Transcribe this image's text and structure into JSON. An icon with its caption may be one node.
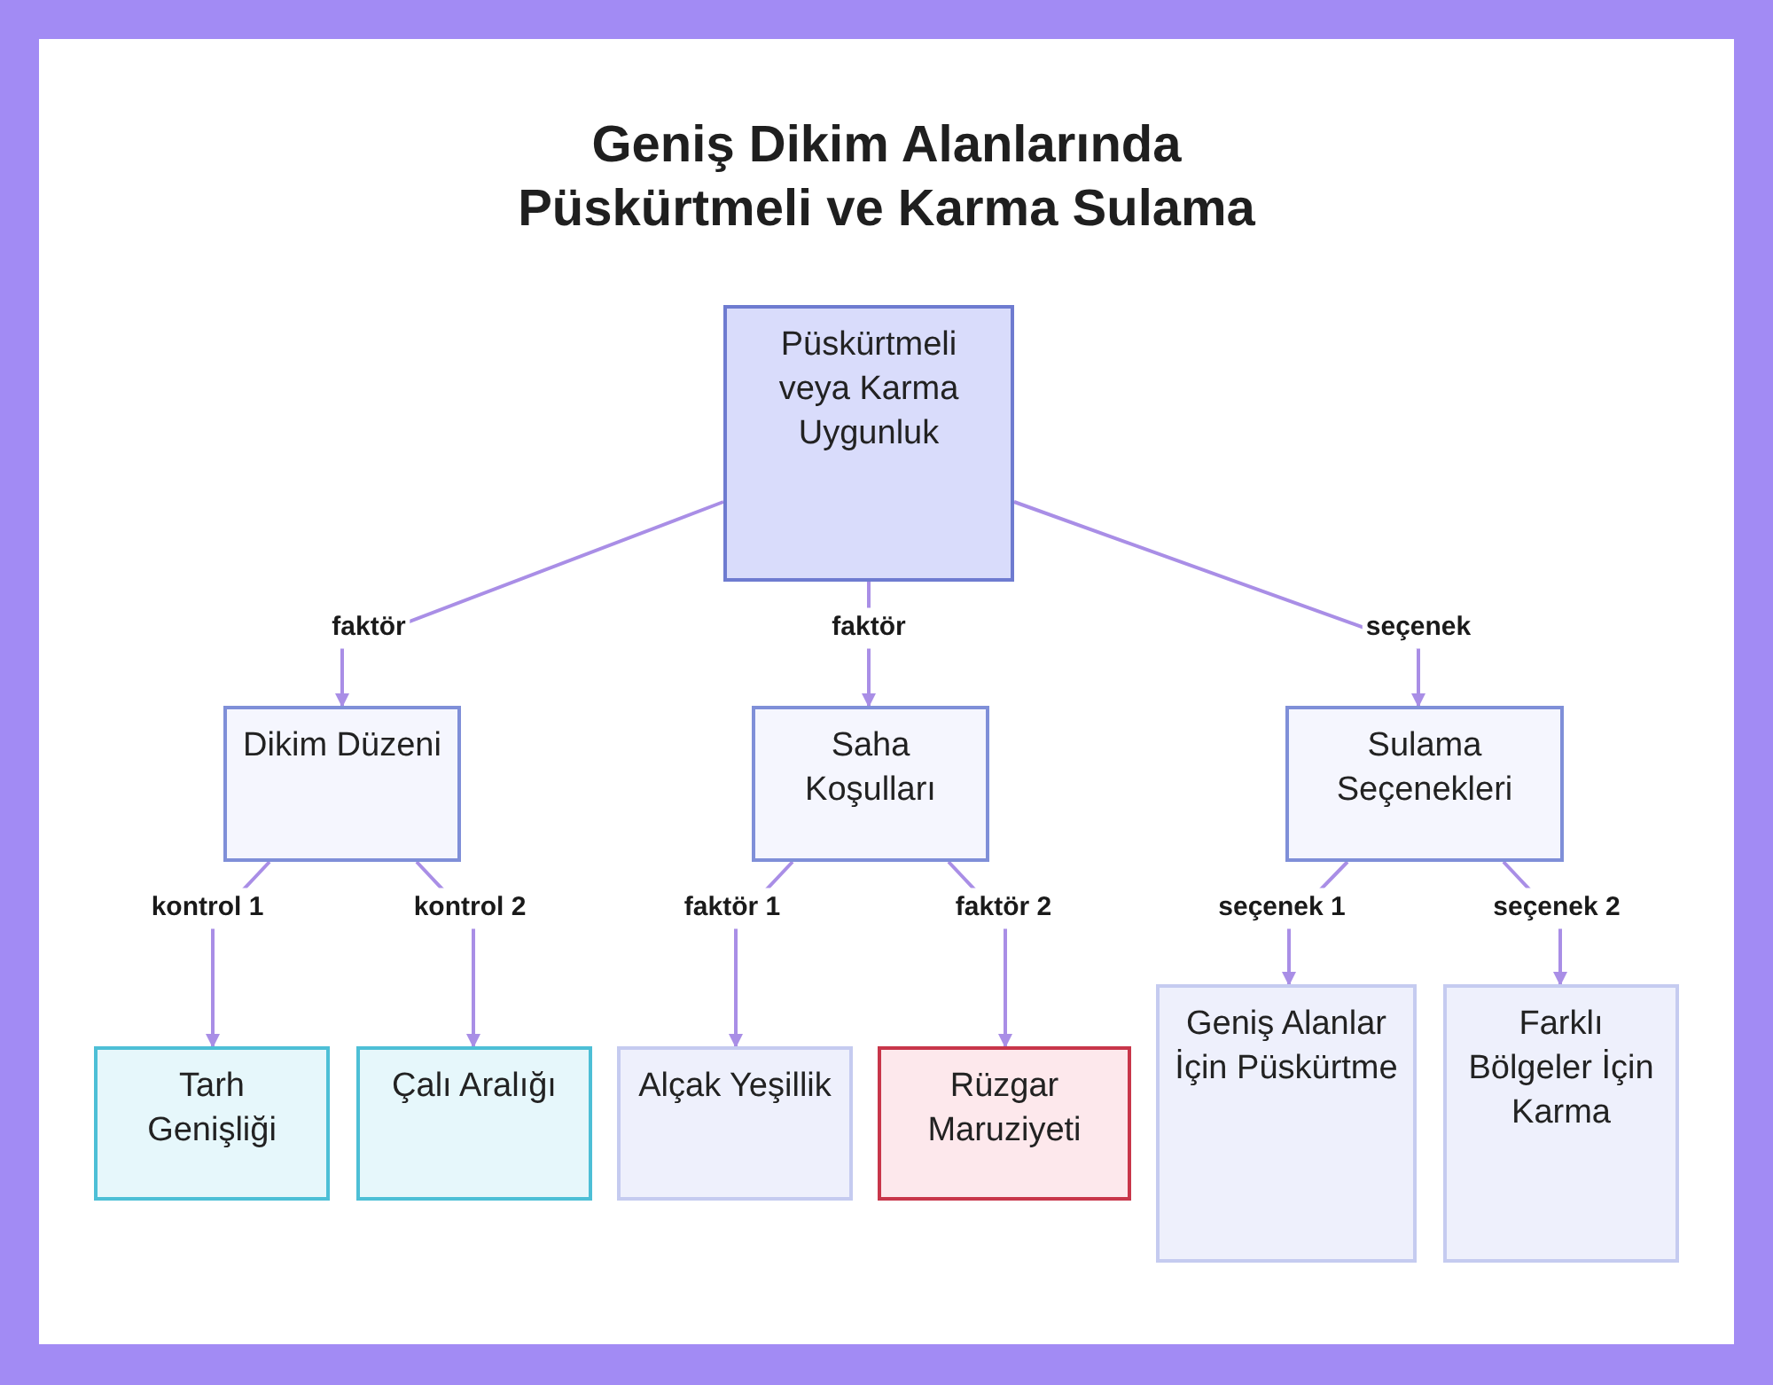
{
  "diagram": {
    "title": "Geniş Dikim Alanlarında Püskürtmeli ve Karma Sulama",
    "nodes": [
      {
        "text": [
          "Püskürtmeli veya Karma Uygunluk"
        ]
      },
      {
        "text": [
          "Dikim Düzeni"
        ]
      },
      {
        "text": [
          "Saha Koşulları"
        ]
      },
      {
        "text": [
          "Sulama Seçenekleri"
        ]
      },
      {
        "text": [
          "Tarh Genişliği"
        ]
      },
      {
        "text": [
          "Çalı Aralığı"
        ]
      },
      {
        "text": [
          "Alçak Yeşillik"
        ]
      },
      {
        "text": [
          "Rüzgar Maruziyeti"
        ]
      },
      {
        "text": [
          "Geniş Alanlar İçin Püskürtme"
        ]
      },
      {
        "text": [
          "Farklı Bölgeler İçin Karma"
        ]
      }
    ],
    "edges": [
      {
        "from": 0,
        "to": 1,
        "arrow": "to",
        "label": "faktör"
      },
      {
        "from": 0,
        "to": 2,
        "arrow": "to",
        "label": "faktör"
      },
      {
        "from": 0,
        "to": 3,
        "arrow": "to",
        "label": "seçenek"
      },
      {
        "from": 1,
        "to": 4,
        "arrow": "to",
        "label": "kontrol 1"
      },
      {
        "from": 1,
        "to": 5,
        "arrow": "to",
        "label": "kontrol 2"
      },
      {
        "from": 2,
        "to": 6,
        "arrow": "to",
        "label": "faktör 1"
      },
      {
        "from": 2,
        "to": 7,
        "arrow": "to",
        "label": "faktör 2"
      },
      {
        "from": 3,
        "to": 8,
        "arrow": "to",
        "label": "seçenek 1"
      },
      {
        "from": 3,
        "to": 9,
        "arrow": "to",
        "label": "seçenek 2"
      }
    ]
  }
}
